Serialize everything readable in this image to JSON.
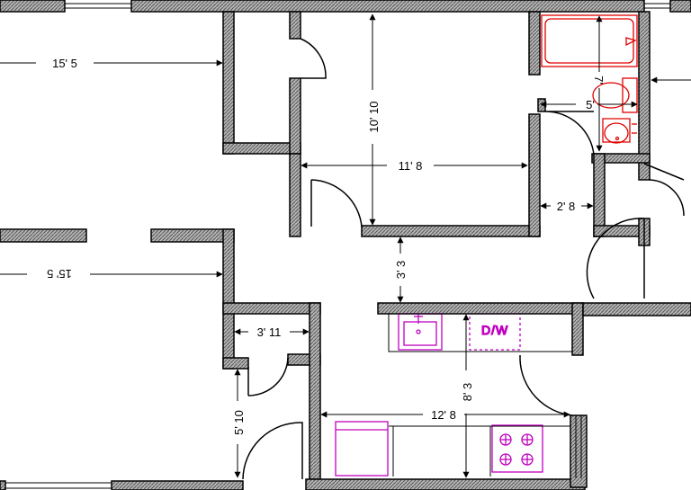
{
  "colors": {
    "wall_fill": "#9a9a9a",
    "wall_stroke": "#000000",
    "dimension": "#000000",
    "bath_fixture": "#e00000",
    "kitchen_fixture": "#c000c0"
  },
  "icons": {
    "bathtub": "bathtub-icon",
    "toilet": "toilet-icon",
    "bath_sink": "bath-sink-icon",
    "kitchen_sink": "kitchen-sink-icon",
    "range": "range-icon",
    "refrigerator": "refrigerator-icon"
  },
  "dimensions": {
    "living_room_width": "15' 5",
    "bedroom_width_mirrored": "15' 5",
    "bedroom2_height": "10' 10",
    "bedroom2_width": "11' 8",
    "bath_width": "5'",
    "bath_length": "7'",
    "hall_width": "2' 8",
    "hall_gap": "3' 3",
    "closet_width": "3' 11",
    "closet_depth": "5' 10",
    "kitchen_length": "12' 8",
    "kitchen_depth": "8' 3"
  },
  "labels": {
    "dishwasher": "D/W"
  }
}
